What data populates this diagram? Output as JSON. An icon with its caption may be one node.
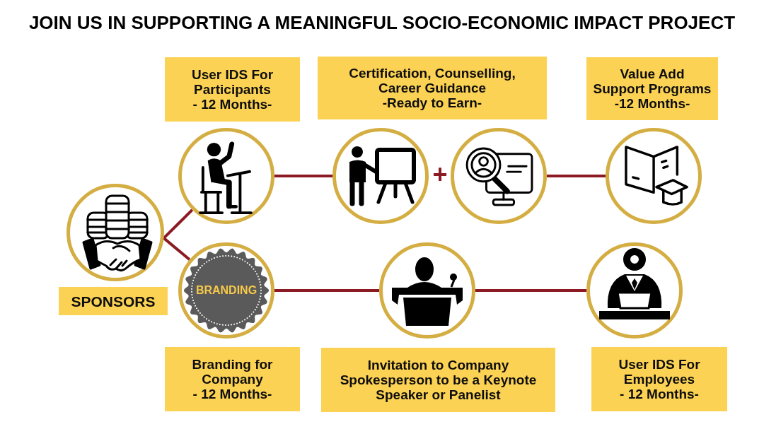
{
  "diagram": {
    "title": "JOIN US IN SUPPORTING A MEANINGFUL SOCIO-ECONOMIC IMPACT PROJECT",
    "nodes": [
      {
        "text": [
          "User IDS For Participants",
          "- 12 Months-"
        ]
      },
      {
        "text": [
          "Certification, Counselling, Career Guidance",
          "-Ready to Earn-"
        ]
      },
      {
        "text": [
          "Value Add Support Programs",
          "-12 Months-"
        ]
      },
      {
        "text": [],
        "shape": "picture"
      },
      {
        "text": [],
        "shape": "picture"
      },
      {
        "text": [],
        "shape": "picture"
      },
      {
        "text": [],
        "shape": "picture"
      },
      {
        "text": [],
        "shape": "picture"
      },
      {
        "text": [
          "SPONSORS"
        ]
      },
      {
        "text": [
          "BRANDING"
        ]
      },
      {
        "text": [],
        "shape": "picture"
      },
      {
        "text": [],
        "shape": "picture"
      },
      {
        "text": [
          "Branding for Company",
          "- 12 Months-"
        ]
      },
      {
        "text": [
          "Invitation to Company Spokesperson to be a Keynote Speaker or Panelist"
        ]
      },
      {
        "text": [
          "User IDS For Employees",
          "- 12 Months-"
        ]
      }
    ],
    "edges": [
      {
        "from": 7,
        "to": 3,
        "arrow": "none"
      },
      {
        "from": 7,
        "to": 9,
        "arrow": "none"
      },
      {
        "from": 3,
        "to": 4,
        "arrow": "none"
      },
      {
        "from": 5,
        "to": 6,
        "arrow": "none"
      },
      {
        "from": 9,
        "to": 10,
        "arrow": "none"
      },
      {
        "from": 10,
        "to": 11,
        "arrow": "none"
      }
    ],
    "labels": [
      "+"
    ]
  }
}
